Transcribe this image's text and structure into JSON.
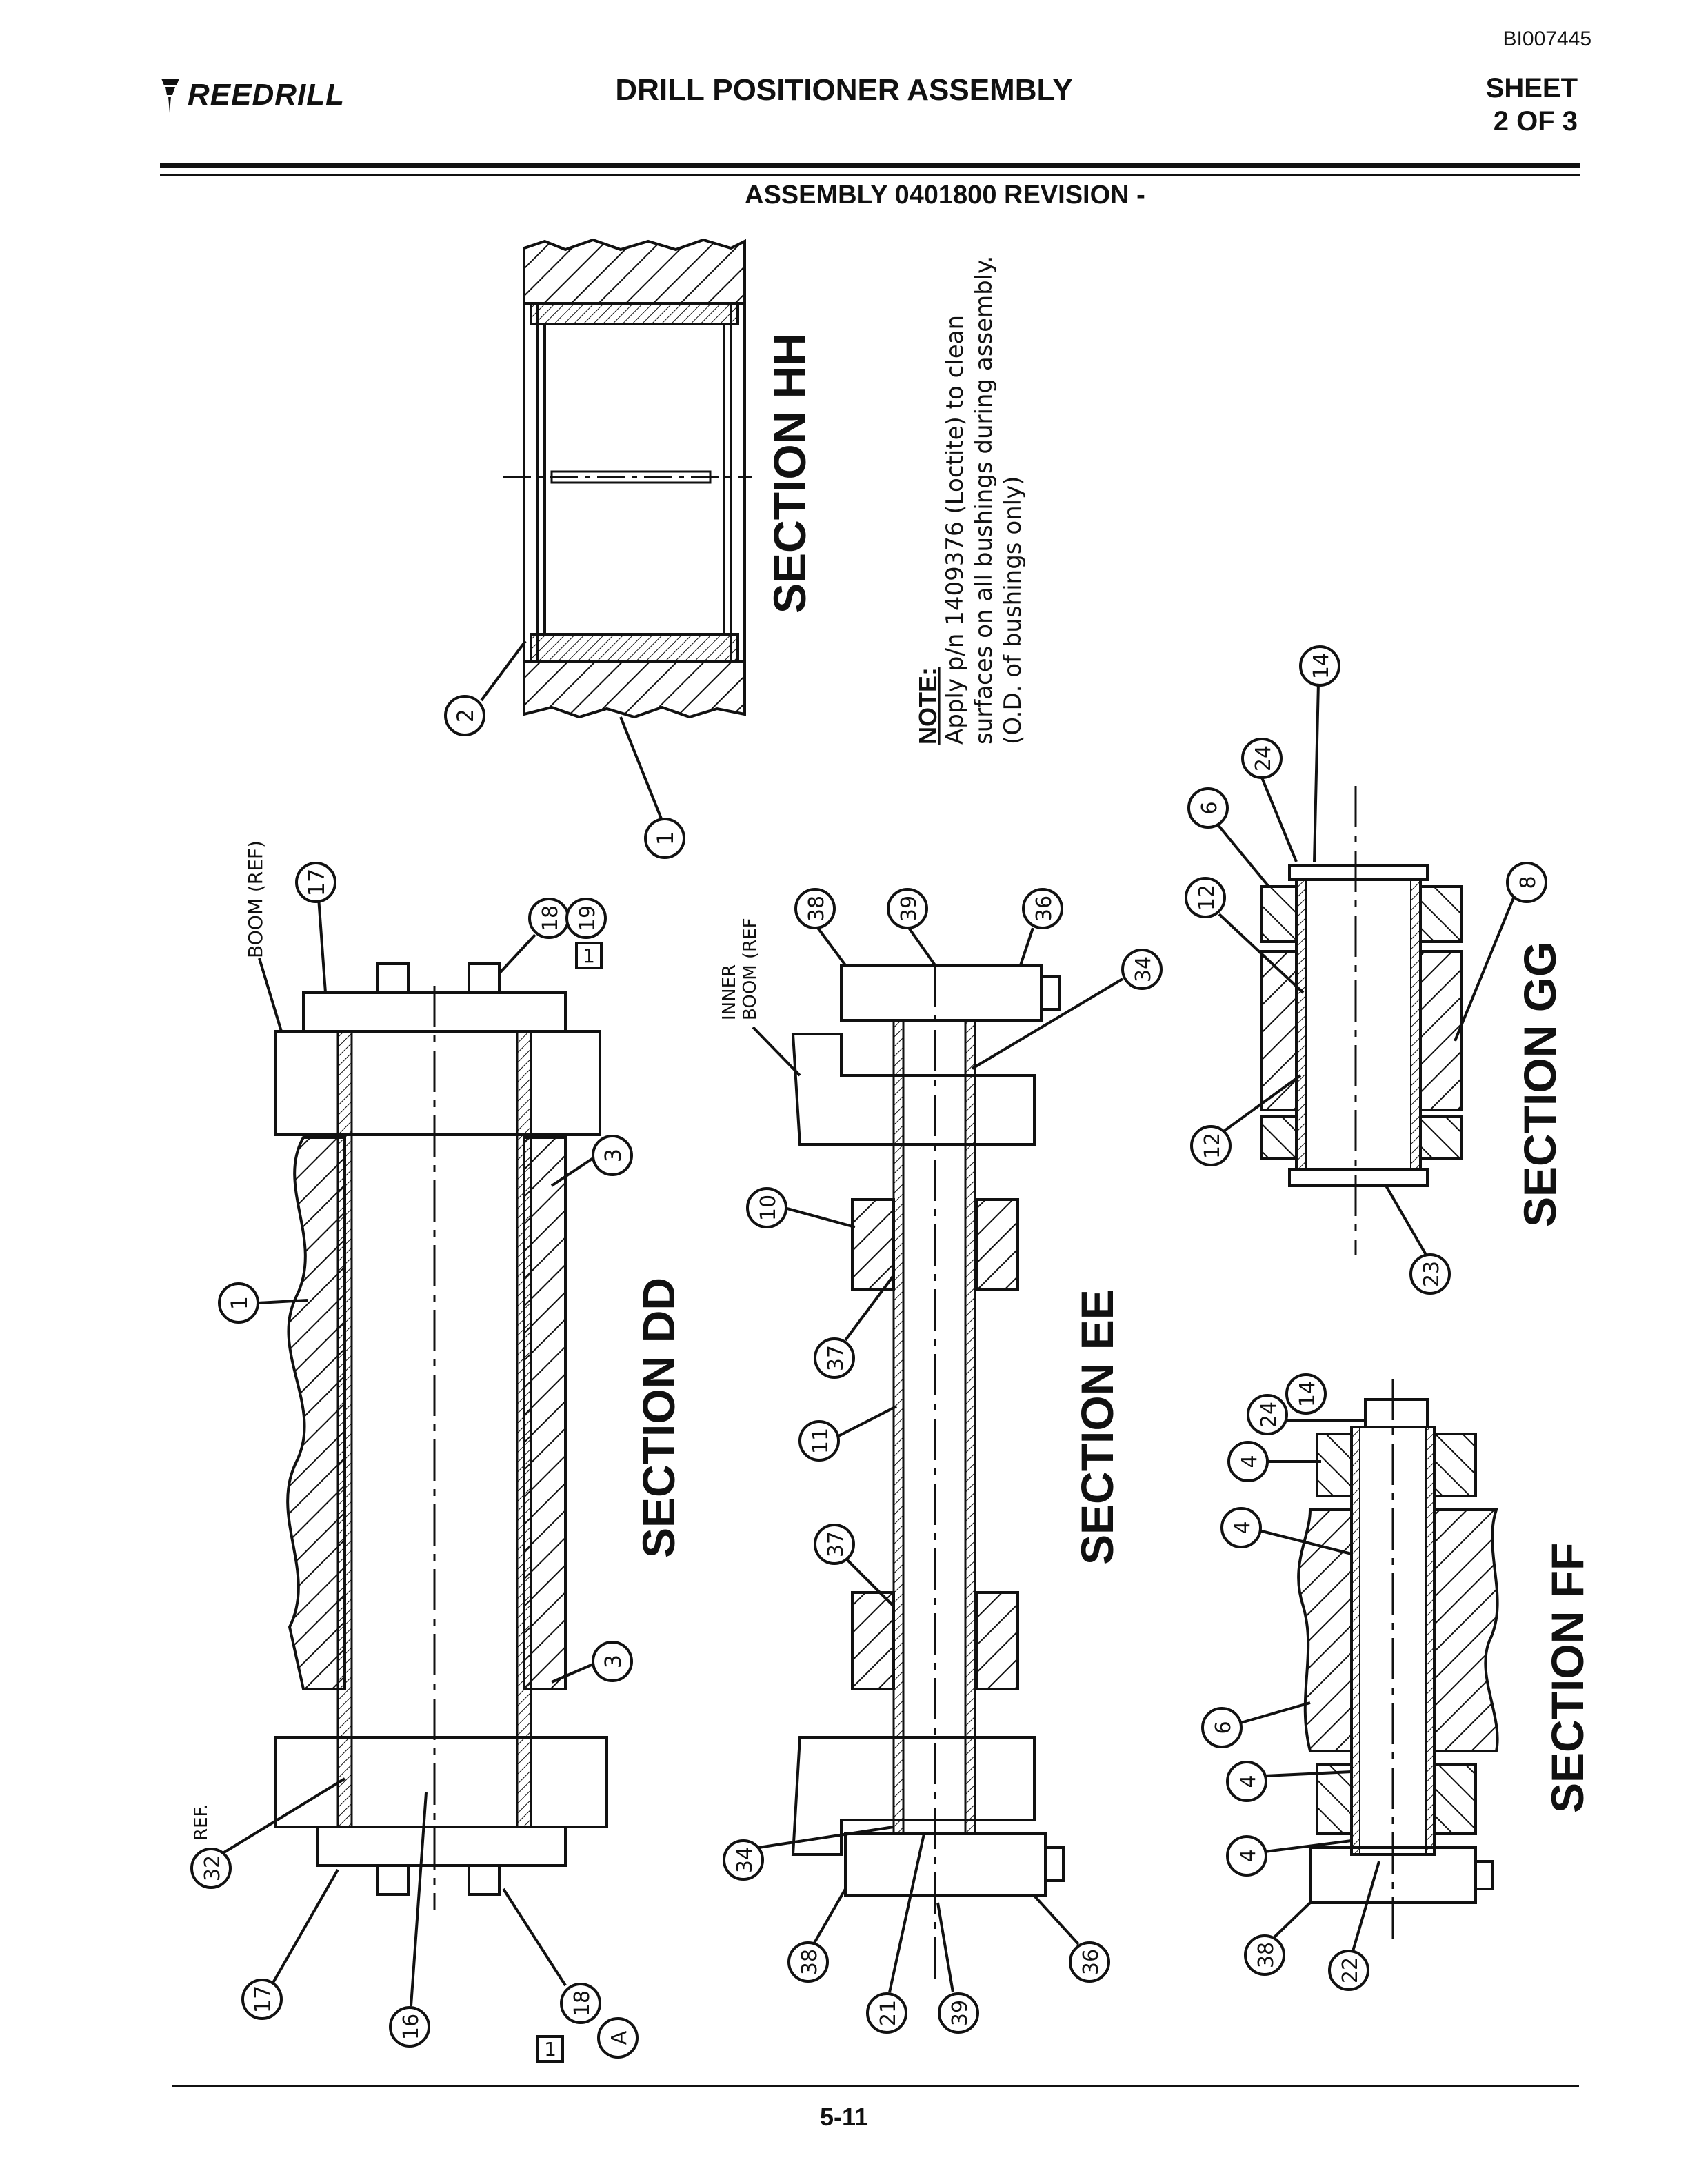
{
  "header": {
    "doc_id": "BI007445",
    "logo_text": "REEDRILL",
    "title": "DRILL POSITIONER ASSEMBLY",
    "sheet_line1": "SHEET",
    "sheet_line2": "2 OF 3",
    "assembly_line": "ASSEMBLY 0401800 REVISION -"
  },
  "sections": {
    "dd": "SECTION DD",
    "ee": "SECTION EE",
    "ff": "SECTION FF",
    "gg": "SECTION GG",
    "hh": "SECTION HH"
  },
  "note": {
    "heading": "NOTE:",
    "line1": "Apply p/n 1409376 (Loctite) to clean",
    "line2": "surfaces on all bushings during assembly.",
    "line3": "(O.D. of bushings only)"
  },
  "references": {
    "boom_ref": "BOOM (REF)",
    "inner_boom_ref_1": "INNER",
    "inner_boom_ref_2": "BOOM (REF",
    "ref_32": "REF."
  },
  "balloons": {
    "dd": [
      "1",
      "3",
      "3",
      "17",
      "17",
      "18",
      "19",
      "16",
      "18",
      "A",
      "32"
    ],
    "ee": [
      "38",
      "39",
      "36",
      "34",
      "10",
      "37",
      "11",
      "37",
      "34",
      "38",
      "21",
      "39",
      "36"
    ],
    "ff": [
      "24",
      "14",
      "4",
      "4",
      "6",
      "4",
      "4",
      "38",
      "22"
    ],
    "gg": [
      "14",
      "24",
      "6",
      "12",
      "12",
      "8",
      "23"
    ],
    "hh": [
      "2",
      "1"
    ]
  },
  "boxed_notes": [
    "1",
    "1"
  ],
  "footer": {
    "page_number": "5-11"
  }
}
